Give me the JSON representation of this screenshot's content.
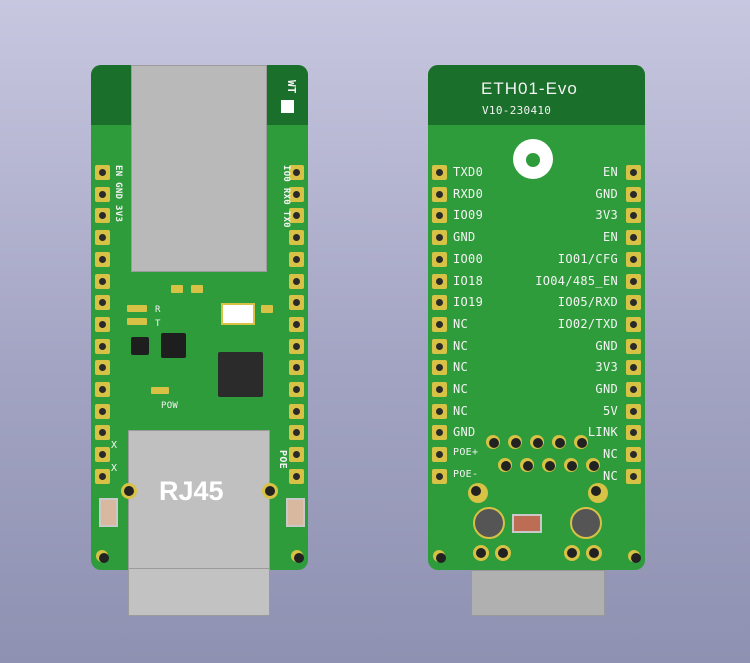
{
  "front": {
    "module_label": "WT",
    "left_pin_labels": [
      "EN",
      "GND",
      "3V3"
    ],
    "right_pin_labels": [
      "IO0",
      "RX0",
      "TX0"
    ],
    "led_labels": [
      "R",
      "T"
    ],
    "pow_label": "POW",
    "poe_label": "POE",
    "x_labels": [
      "X",
      "X"
    ],
    "jack_label": "RJ45"
  },
  "back": {
    "title": "ETH01-Evo",
    "version": "V10-230410",
    "left_pins": [
      "TXD0",
      "RXD0",
      "IO09",
      "GND",
      "IO00",
      "IO18",
      "IO19",
      "NC",
      "NC",
      "NC",
      "NC",
      "NC",
      "GND",
      "POE+",
      "POE-"
    ],
    "right_pins": [
      "EN",
      "GND",
      "3V3",
      "EN",
      "IO01/CFG",
      "IO04/485_EN",
      "IO05/RXD",
      "IO02/TXD",
      "GND",
      "3V3",
      "GND",
      "5V",
      "LINK",
      "NC",
      "NC"
    ]
  }
}
